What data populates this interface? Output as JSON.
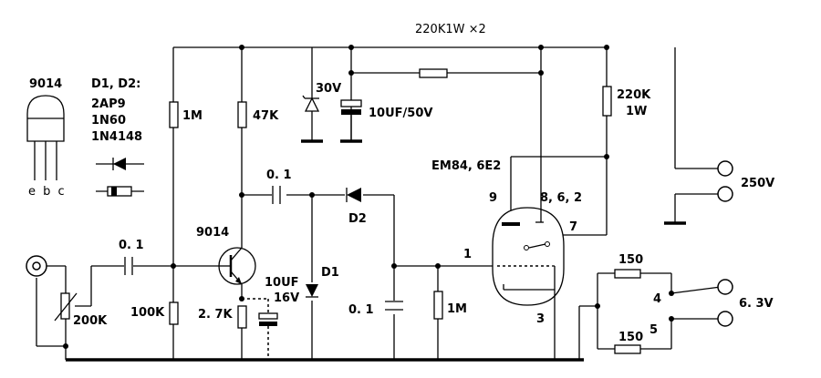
{
  "labels": {
    "r_top_parallel": "220K1W ×2",
    "zener": "30V",
    "cap_filter": "10UF/50V",
    "r_anode": "220K",
    "r_anode_power": "1W",
    "r_base_bias": "1M",
    "r_collector": "47K",
    "cap_couple": "0. 1",
    "cap_input": "0. 1",
    "q_label": "9014",
    "tube": "EM84, 6E2",
    "pin9": "9",
    "pin862": "8, 6, 2",
    "pin7": "7",
    "pin1": "1",
    "pin3": "3",
    "v250": "250V",
    "d2": "D2",
    "d1": "D1",
    "cap_10uf": "10UF",
    "cap_16v": "16V",
    "r_emitter": "2. 7K",
    "r_100k": "100K",
    "pot": "200K",
    "cap_out": "0. 1",
    "r_grid": "1M",
    "r150_top": "150",
    "r150_bot": "150",
    "pin4": "4",
    "pin5": "5",
    "v63": "6. 3V",
    "transistor_name": "9014",
    "transistor_pins": "e b c",
    "diode_title": "D1, D2:",
    "diode_types": [
      "2AP9",
      "1N60",
      "1N4148"
    ]
  }
}
